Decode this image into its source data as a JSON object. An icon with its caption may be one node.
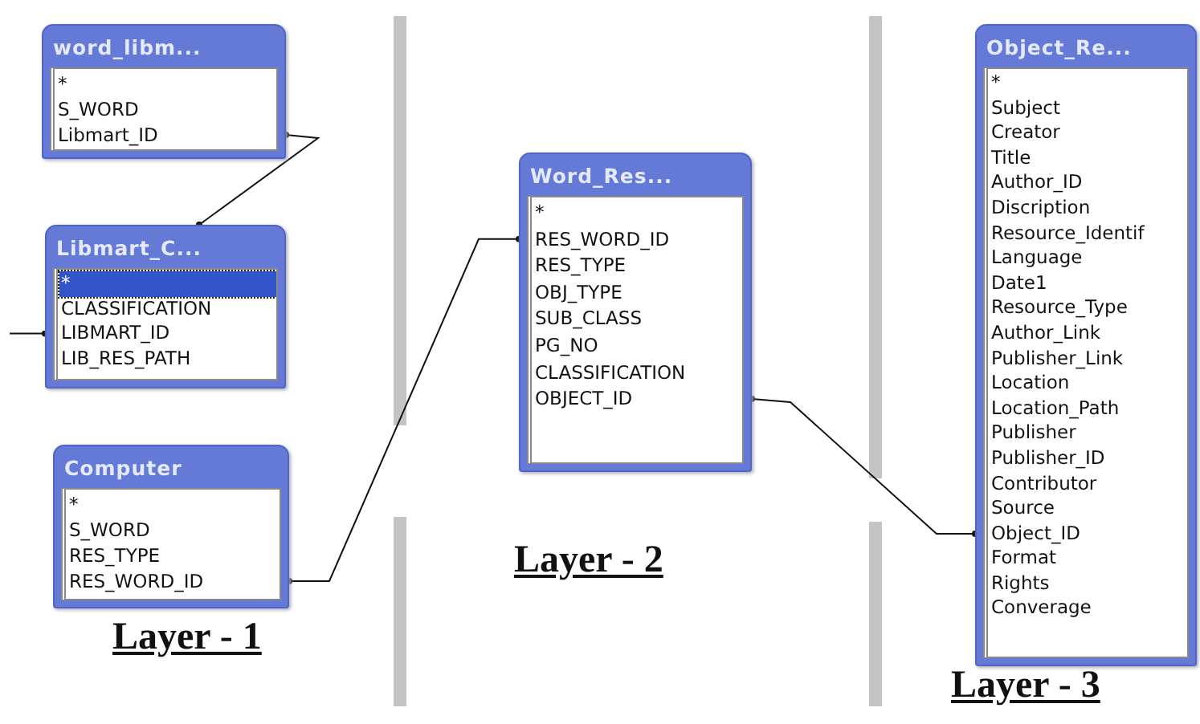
{
  "diagram": {
    "nodes": [
      {
        "text": [
          "word_libm...",
          "*",
          "S_WORD",
          "Libmart_ID"
        ]
      },
      {
        "text": [
          "Libmart_C...",
          "*",
          "CLASSIFICATION",
          "LIBMART_ID",
          "LIB_RES_PATH"
        ]
      },
      {
        "text": [
          "Computer",
          "*",
          "S_WORD",
          "RES_TYPE",
          "RES_WORD_ID"
        ]
      },
      {
        "text": [
          "Word_Res...",
          "*",
          "RES_WORD_ID",
          "RES_TYPE",
          "OBJ_TYPE",
          "SUB_CLASS",
          "PG_NO",
          "CLASSIFICATION",
          "OBJECT_ID"
        ]
      },
      {
        "text": [
          "Object_Re...",
          "*",
          "Subject",
          "Creator",
          "Title",
          "Author_ID",
          "Discription",
          "Resource_Identif",
          "Language",
          "Date1",
          "Resource_Type",
          "Author_Link",
          "Publisher_Link",
          "Location",
          "Location_Path",
          "Publisher",
          "Publisher_ID",
          "Contributor",
          "Source",
          "Object_ID",
          "Format",
          "Rights",
          "Converage"
        ]
      }
    ],
    "edges": [
      {
        "from": 0,
        "to": 1,
        "arrow": "other"
      },
      {
        "from": null,
        "to": 1,
        "arrow": "other"
      },
      {
        "from": 2,
        "to": 3,
        "arrow": "other"
      },
      {
        "from": 3,
        "to": 4,
        "arrow": "other"
      }
    ],
    "labels": [
      "Layer - 1",
      "Layer - 2",
      "Layer - 3"
    ]
  }
}
